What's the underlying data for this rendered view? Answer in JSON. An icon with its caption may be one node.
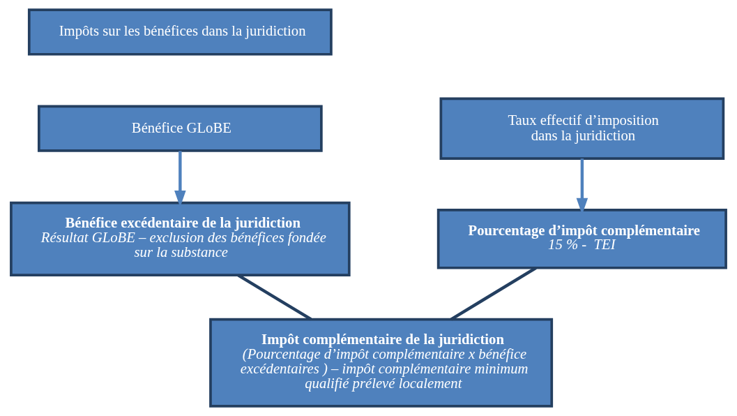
{
  "diagram": {
    "nodes": [
      {
        "text": [
          "Impôts sur les bénéfices dans la juridiction"
        ]
      },
      {
        "text": [
          "Bénéfice GLoBE"
        ]
      },
      {
        "text": [
          "Taux effectif d’imposition dans la juridiction"
        ]
      },
      {
        "text": [
          "Bénéfice excédentaire de la juridiction",
          "Résultat GLoBE – exclusion des bénéfices fondée sur la substance"
        ]
      },
      {
        "text": [
          "Pourcentage d’impôt complémentaire",
          "15 % -  TEI"
        ]
      },
      {
        "text": [
          "Impôt complémentaire de la juridiction",
          "(Pourcentage d’impôt complémentaire x bénéfice excédentaires ) – impôt complémentaire minimum qualifié prélevé localement"
        ]
      }
    ],
    "edges": [
      {
        "from": 1,
        "to": 3,
        "arrow": "to"
      },
      {
        "from": 2,
        "to": 4,
        "arrow": "to"
      },
      {
        "from": 3,
        "to": 5,
        "arrow": "none",
        "color": "#243f60"
      },
      {
        "from": 4,
        "to": 5,
        "arrow": "none",
        "color": "#243f60"
      }
    ]
  }
}
